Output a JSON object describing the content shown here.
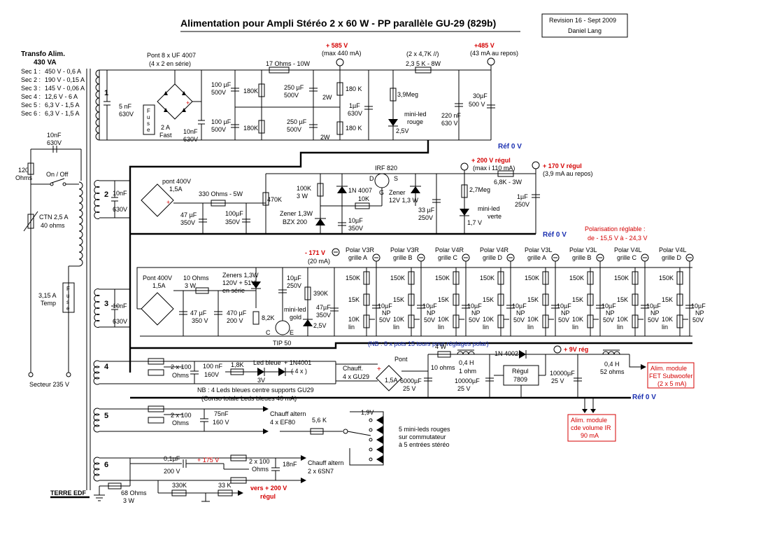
{
  "title": "Alimentation pour Ampli Stéréo 2 x 60 W  -  PP parallèle GU-29 (829b)",
  "revision": {
    "line1": "Revision 16  -  Sept  2009",
    "line2": "Daniel Lang"
  },
  "transfo": {
    "title": "Transfo  Alim.",
    "power": "430 VA",
    "secondaries": [
      {
        "name": "Sec 1 :",
        "spec": "450 V - 0,6 A"
      },
      {
        "name": "Sec 2 :",
        "spec": "190 V - 0,15 A"
      },
      {
        "name": "Sec 3 :",
        "spec": "145 V - 0,06 A"
      },
      {
        "name": "Sec 4 :",
        "spec": "12,6 V - 6 A"
      },
      {
        "name": "Sec 5 :",
        "spec": "6,3 V - 1,5 A"
      },
      {
        "name": "Sec 6 :",
        "spec": "6,3 V - 1,5 A"
      }
    ]
  },
  "primary": {
    "cap_a": "10nF",
    "cap_b": "630V",
    "res_a": "120",
    "res_b": "Ohms",
    "switch": "On / Off",
    "ctn_a": "CTN 2,5 A",
    "ctn_b": "40 ohms",
    "fuse_a": "3,15 A",
    "fuse_b": "Temp",
    "fuse_letters": [
      "F",
      "u",
      "s",
      "e"
    ],
    "mains": "Secteur 235 V",
    "earth": "TERRE EDF",
    "earth_res_a": "68 Ohms",
    "earth_res_b": "3 W"
  },
  "section_numbers": [
    "1",
    "2",
    "3",
    "4",
    "5",
    "6"
  ],
  "sec1": {
    "bridge_a": "Pont  8 x UF 4007",
    "bridge_b": "(4 x 2 en série)",
    "cap5n_a": "5 nF",
    "cap5n_b": "630V",
    "fuse_letters": [
      "F",
      "u",
      "s",
      "e"
    ],
    "fuse_a": "2 A",
    "fuse_b": "Fast",
    "cap10n_a": "10nF",
    "cap10n_b": "630V",
    "res17": "17 Ohms - 10W",
    "c100_a": "100 µF",
    "c100_b": "500V",
    "c100b_a": "100 µF",
    "c100b_b": "500V",
    "r180a": "180K",
    "r180b": "180K",
    "c250_a": "250 µF",
    "c250_b": "500V",
    "c250b_a": "250 µF",
    "c250b_b": "500V",
    "w2a": "2W",
    "w2b": "2W",
    "v585": "+ 585 V",
    "v585_sub": "(max 440 mA)",
    "r180c": "180 K",
    "r180d": "180 K",
    "c1u_a": "1µF",
    "c1u_b": "630V",
    "r2x47": "(2 x 4,7K //)",
    "r2_35": "2,3 5 K - 8W",
    "r3_9": "3,9Meg",
    "led_a": "mini-led",
    "led_b": "rouge",
    "led_v": "2,5V",
    "c220_a": "220 nF",
    "c220_b": "630 V",
    "v485": "+485  V",
    "v485_sub": "(43 mA au repos)",
    "c30_a": "30µF",
    "c30_b": "500 V",
    "ref": "Réf  0 V"
  },
  "sec2": {
    "cap_a": "10nF",
    "cap_b": "630V",
    "bridge_a": "pont 400V",
    "bridge_b": "1,5A",
    "r330": "330 Ohms - 5W",
    "c47_a": "47 µF",
    "c47_b": "350V",
    "c100_a": "100µF",
    "c100_b": "350V",
    "r470": "470K",
    "r100_a": "100K",
    "r100_b": "3 W",
    "d4007": "1N 4007",
    "zener_a": "Zener  1,3W",
    "zener_b": "BZX 200",
    "r10k": "10K",
    "c10_a": "10µF",
    "c10_b": "350V",
    "mos": "IRF 820",
    "d": "D",
    "s": "S",
    "g": "G",
    "zen_a": "Zener",
    "zen_b": "12V 1,3 W",
    "c33_a": "33 µF",
    "c33_b": "250V",
    "v200": "+ 200  V  régul",
    "v200_sub": "(max i 110 mA)",
    "r2_7": "2,7Meg",
    "led_a": "mini-led",
    "led_b": "verte",
    "led_v": "1,7 V",
    "r6_8": "6,8K - 3W",
    "v170": "+ 170  V  régul",
    "v170_sub": "(3,9 mA au repos)",
    "c1u_a": "1µF",
    "c1u_b": "250V",
    "ref": "Réf  0 V",
    "polar_a": "Polarisation réglable :",
    "polar_b": "de - 15,5 V à - 24,3 V"
  },
  "sec3": {
    "cap_a": "10nF",
    "cap_b": "630V",
    "bridge_a": "Pont 400V",
    "bridge_b": "1,5A",
    "r10_a": "10 Ohms",
    "r10_b": "3 W",
    "c47_a": "47 µF",
    "c47_b": "350 V",
    "c470_a": "470 µF",
    "c470_b": "200 V",
    "zen_a": "Zeners 1,3W",
    "zen_b": "120V + 51V",
    "zen_c": "en série",
    "r8_2": "8,2K",
    "c10_a": "10µF",
    "c10_b": "250V",
    "r390": "390K",
    "led_a": "mini-led",
    "led_b": "gold",
    "c47b_a": "47µF",
    "c47b_b": "350V",
    "led_v": "2,5V",
    "c": "C",
    "e": "E",
    "tip": "TIP 50",
    "v171": "- 171  V",
    "v171_sub": "(20 mA)",
    "nb": "(NB :  8  x  pots  15 tours pour réglages polar)",
    "channels": [
      {
        "a": "Polar V3R",
        "b": "grille A"
      },
      {
        "a": "Polar V3R",
        "b": "grille B"
      },
      {
        "a": "Polar V4R",
        "b": "grille C"
      },
      {
        "a": "Polar V4R",
        "b": "grille D"
      },
      {
        "a": "Polar V3L",
        "b": "grille A"
      },
      {
        "a": "Polar V3L",
        "b": "grille B"
      },
      {
        "a": "Polar V4L",
        "b": "grille C"
      },
      {
        "a": "Polar V4L",
        "b": "grille D"
      }
    ],
    "ch_r150": "150K",
    "ch_r15": "15K",
    "ch_r10": "10K",
    "ch_lin": "lin",
    "ch_c_a": "10µF",
    "ch_c_b": "NP",
    "ch_c_c": "50V"
  },
  "sec4": {
    "r2x100_a": "2 x 100",
    "r2x100_b": "Ohms",
    "c100_a": "100 nF",
    "c100_b": "160V",
    "r1_8": "1,8K",
    "led_a": "Led bleue",
    "led_b": "3V",
    "d_a": "+ 1N4001",
    "d_b": "( 4 x )",
    "chauff_a": "Chauff.",
    "chauff_b": "4 x GU29",
    "nb_a": "NB : 4 Leds bleues centre supports GU29",
    "nb_b": "(Conso totale Leds bleues 40 mA)",
    "pont_a": "Pont",
    "pont_b": "1,5A",
    "c6000_a": "6000µF",
    "c6000_b": "25 V",
    "r10_a": "10 ohms",
    "r10_b": "4 W",
    "l_a": "0,4 H",
    "l_b": "1 ohm",
    "c10000_a": "10000µF",
    "c10000_b": "25 V",
    "d4002": "1N 4002",
    "reg_a": "Régul",
    "reg_b": "7809",
    "c10000b_a": "10000µF",
    "c10000b_b": "25 V",
    "v9": "+ 9V  rég",
    "l2_a": "0,4 H",
    "l2_b": "52 ohms",
    "alim1_a": "Alim. module",
    "alim1_b": "FET Subwoofer",
    "alim1_c": "(2 x 5 mA)",
    "alim2_a": "Alim. module",
    "alim2_b": "cde volume IR",
    "alim2_c": "90 mA",
    "ref": "Réf  0 V"
  },
  "sec5": {
    "r2x100_a": "2 x 100",
    "r2x100_b": "Ohms",
    "c75_a": "75nF",
    "c75_b": "160 V",
    "chauff_a": "Chauff altern",
    "chauff_b": "4 x  EF80",
    "r5_6": "5,6 K",
    "v1_9": "1,9V",
    "leds_a": "5 mini-leds rouges",
    "leds_b": "sur commutateur",
    "leds_c": "à 5 entrées stéréo"
  },
  "sec6": {
    "c01_a": "0,1µF",
    "c01_b": "200 V",
    "v175": "+ 175  V",
    "r2x100_a": "2 x 100",
    "r2x100_b": "Ohms",
    "c18_a": "18nF",
    "chauff_a": "Chauff altern",
    "chauff_b": "2 x 6SN7",
    "r330": "330K",
    "r33": "33 K",
    "vers_a": "vers + 200  V",
    "vers_b": "régul"
  }
}
